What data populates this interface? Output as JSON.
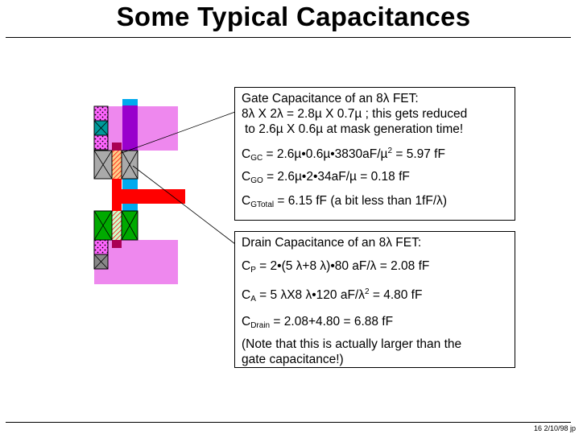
{
  "title": "Some Typical Capacitances",
  "footer": "16  2/10/98  jp",
  "gate_box": {
    "heading": "Gate Capacitance of an 8λ FET:",
    "dim_line1": "8λ X 2λ = 2.8µ X 0.7µ ; this gets reduced",
    "dim_line2": "to 2.6µ X 0.6µ at mask generation time!",
    "cgc_sym": "C",
    "cgc_sub": "GC",
    "cgc_expr_a": " = 2.6µ•0.6µ•3830aF/µ",
    "cgc_exp": "2",
    "cgc_expr_b": " = 5.97 fF",
    "cgo_sym": "C",
    "cgo_sub": "GO",
    "cgo_expr": " = 2.6µ•2•34aF/µ = 0.18 fF",
    "cgt_sym": "C",
    "cgt_sub": "GTotal",
    "cgt_expr": " = 6.15 fF (a bit less than 1fF/λ)"
  },
  "drain_box": {
    "heading": "Drain Capacitance of an 8λ FET:",
    "cp_sym": "C",
    "cp_sub": "P",
    "cp_expr": " = 2•(5 λ+8 λ)•80 aF/λ = 2.08 fF",
    "ca_sym": "C",
    "ca_sub": "A",
    "ca_expr_a": " = 5 λX8 λ•120 aF/λ",
    "ca_exp": "2",
    "ca_expr_b": " = 4.80 fF",
    "cd_sym": "C",
    "cd_sub": "Drain",
    "cd_expr": " = 2.08+4.80 = 6.88 fF",
    "note1": "(Note that this is actually larger than the",
    "note2": "gate capacitance!)"
  },
  "colors": {
    "well": "#ee88ee",
    "diffusion": "#ff00ff",
    "poly": "#ff0000",
    "metal1": "#00aaee",
    "metal2": "#9900cc",
    "contact": "#aaaaaa",
    "green_diff": "#00aa00",
    "teal_diff": "#009999"
  }
}
